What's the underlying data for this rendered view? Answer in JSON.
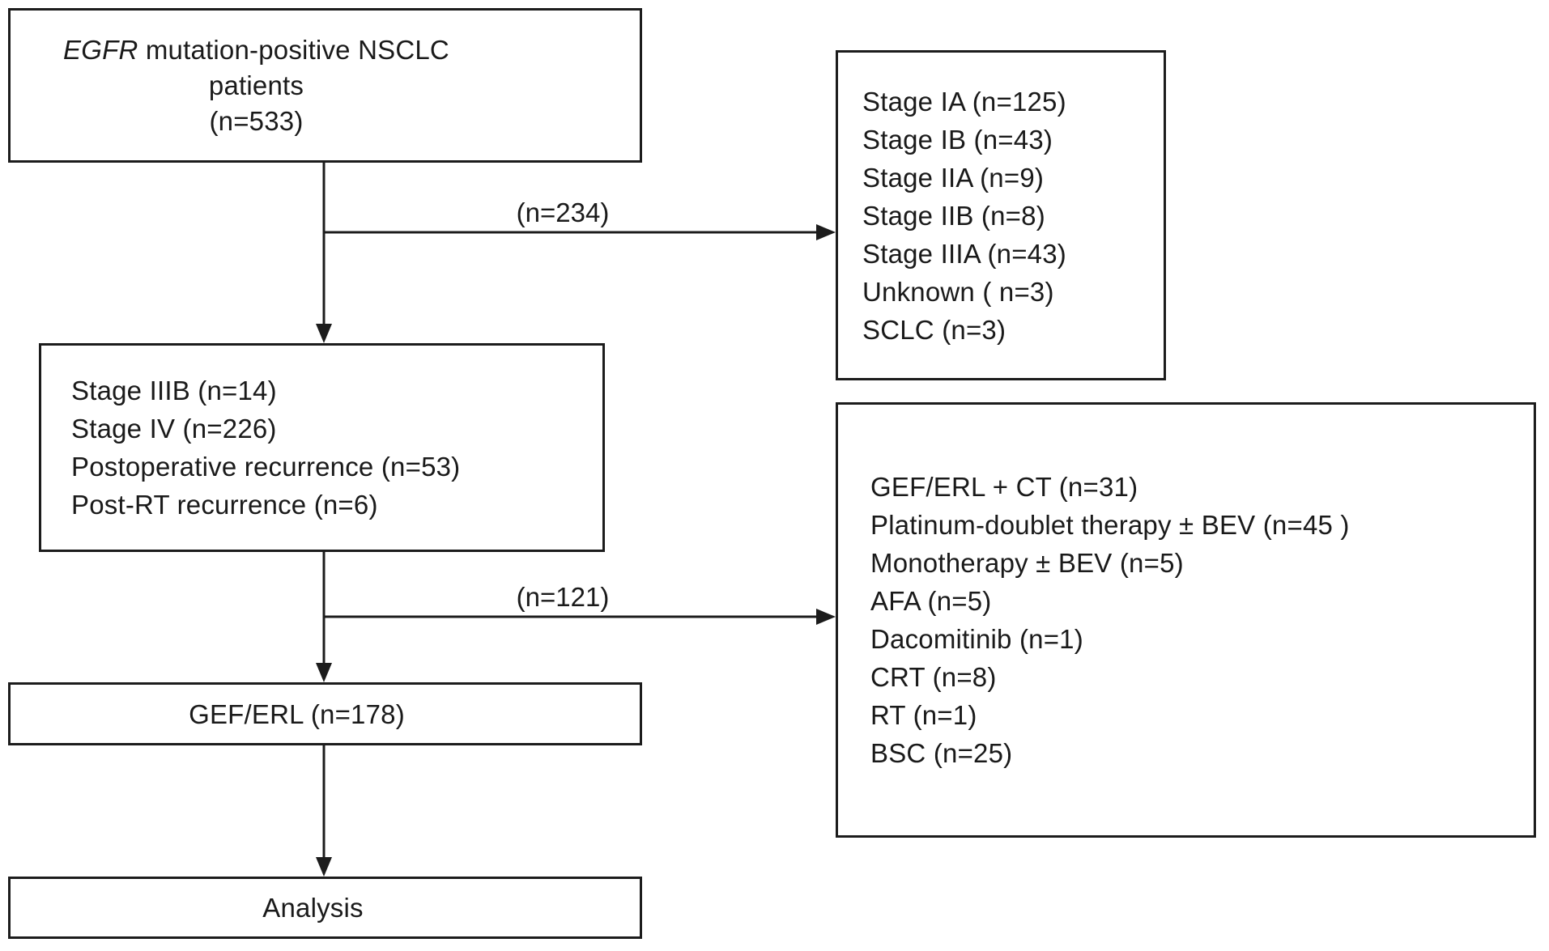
{
  "boxes": {
    "patients": {
      "line1_italic": "EGFR",
      "line1_rest": " mutation-positive NSCLC",
      "line2": "patients",
      "line3": "(n=533)"
    },
    "excluded": {
      "lines": [
        "Stage IA (n=125)",
        "Stage IB (n=43)",
        "Stage IIA (n=9)",
        "Stage IIB (n=8)",
        "Stage IIIA (n=43)",
        "Unknown ( n=3)",
        "SCLC (n=3)"
      ]
    },
    "advanced": {
      "lines": [
        "Stage IIIB (n=14)",
        "Stage IV (n=226)",
        "Postoperative recurrence (n=53)",
        "Post-RT recurrence (n=6)"
      ]
    },
    "other_treatments": {
      "lines": [
        "GEF/ERL + CT (n=31)",
        "Platinum-doublet therapy ± BEV (n=45 )",
        "Monotherapy ± BEV (n=5)",
        "AFA (n=5)",
        "Dacomitinib (n=1)",
        "CRT (n=8)",
        "RT (n=1)",
        "BSC (n=25)"
      ]
    },
    "gef_erl": {
      "label": "GEF/ERL (n=178)"
    },
    "analysis": {
      "label": "Analysis"
    }
  },
  "arrows": {
    "excluded_count_label": "(n=234)",
    "other_treatments_count_label": "(n=121)"
  },
  "colors": {
    "line": "#1c1c1c",
    "text": "#1a1a1a",
    "background": "#ffffff"
  }
}
